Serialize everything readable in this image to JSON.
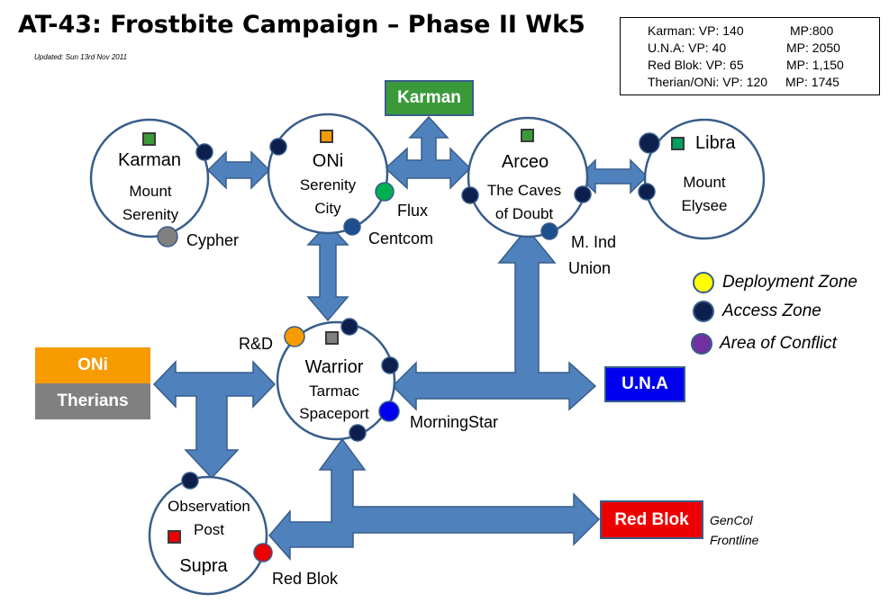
{
  "title": "AT-43: Frostbite Campaign – Phase II Wk5",
  "updated": "Updated: Sun 13rd Nov 2011",
  "stats": [
    {
      "vp": "Karman:  VP: 140",
      "mp": "MP:800"
    },
    {
      "vp": "U.N.A:  VP: 40",
      "mp": "MP: 2050"
    },
    {
      "vp": "Red Blok:  VP: 65",
      "mp": "MP: 1,150"
    },
    {
      "vp": "Therian/ONi:  VP: 120",
      "mp": "MP: 1745"
    }
  ],
  "factions": {
    "karman": "Karman",
    "oni": "ONi",
    "therians": "Therians",
    "una": "U.N.A",
    "redblok": "Red Blok"
  },
  "locations": {
    "mount_serenity": {
      "owner": "Karman",
      "line1": "Mount",
      "line2": "Serenity"
    },
    "serenity_city": {
      "owner": "ONi",
      "line1": "Serenity",
      "line2": "City"
    },
    "caves_of_doubt": {
      "owner": "Arceo",
      "line1": "The Caves",
      "line2": "of Doubt"
    },
    "mount_elysee": {
      "owner": "Libra",
      "line1": "Mount",
      "line2": "Elysee"
    },
    "tarmac_spaceport": {
      "owner": "Warrior",
      "line1": "Tarmac",
      "line2": "Spaceport"
    },
    "observation_post": {
      "line1": "Observation",
      "line2": "Post",
      "owner": "Supra"
    }
  },
  "zone_labels": {
    "cypher": "Cypher",
    "flux": "Flux",
    "centcom": "Centcom",
    "m_ind": "M. Ind",
    "union": "Union",
    "rnd": "R&D",
    "morningstar": "MorningStar",
    "red_blok_zone": "Red Blok"
  },
  "gencol": {
    "line1": "GenCol",
    "line2": "Frontline"
  },
  "legend": {
    "deployment": "Deployment Zone",
    "access": "Access Zone",
    "conflict": "Area of Conflict"
  },
  "colors": {
    "karman": "#3a9a3a",
    "oni": "#f79b00",
    "therians": "#808080",
    "una": "#0000ee",
    "redblok": "#ee0000",
    "arrow": "#4f81bd",
    "arrow_stroke": "#385d8a",
    "access": "#0d1f4d",
    "access_blue": "#1f4e8c",
    "deploy_yellow": "#ffff00",
    "conflict_purple": "#7030a0",
    "flux_green": "#00b050"
  }
}
